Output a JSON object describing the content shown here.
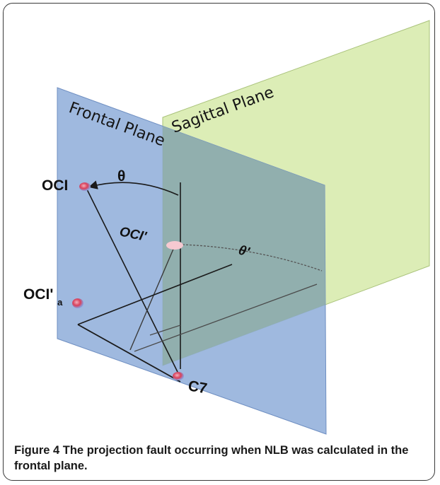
{
  "diagram": {
    "frontal_plane_label": "Frontal Plane",
    "sagittal_plane_label": "Sagittal Plane",
    "theta_label": "θ",
    "theta_prime_label": "θ'",
    "oci_label": "OCI",
    "oci_prime_label": "OCI'",
    "oci_prime_a_main": "OCI'",
    "oci_prime_a_sub": "a",
    "c7_label": "C7",
    "colors": {
      "frontal_plane": "#8aa9d8",
      "sagittal_plane": "#d9ebb0",
      "overlap": "#8faea8",
      "point": "#d9405a"
    }
  },
  "caption": {
    "label": "Figure 4",
    "text": " The projection fault occurring when NLB was calculated in the frontal plane."
  }
}
